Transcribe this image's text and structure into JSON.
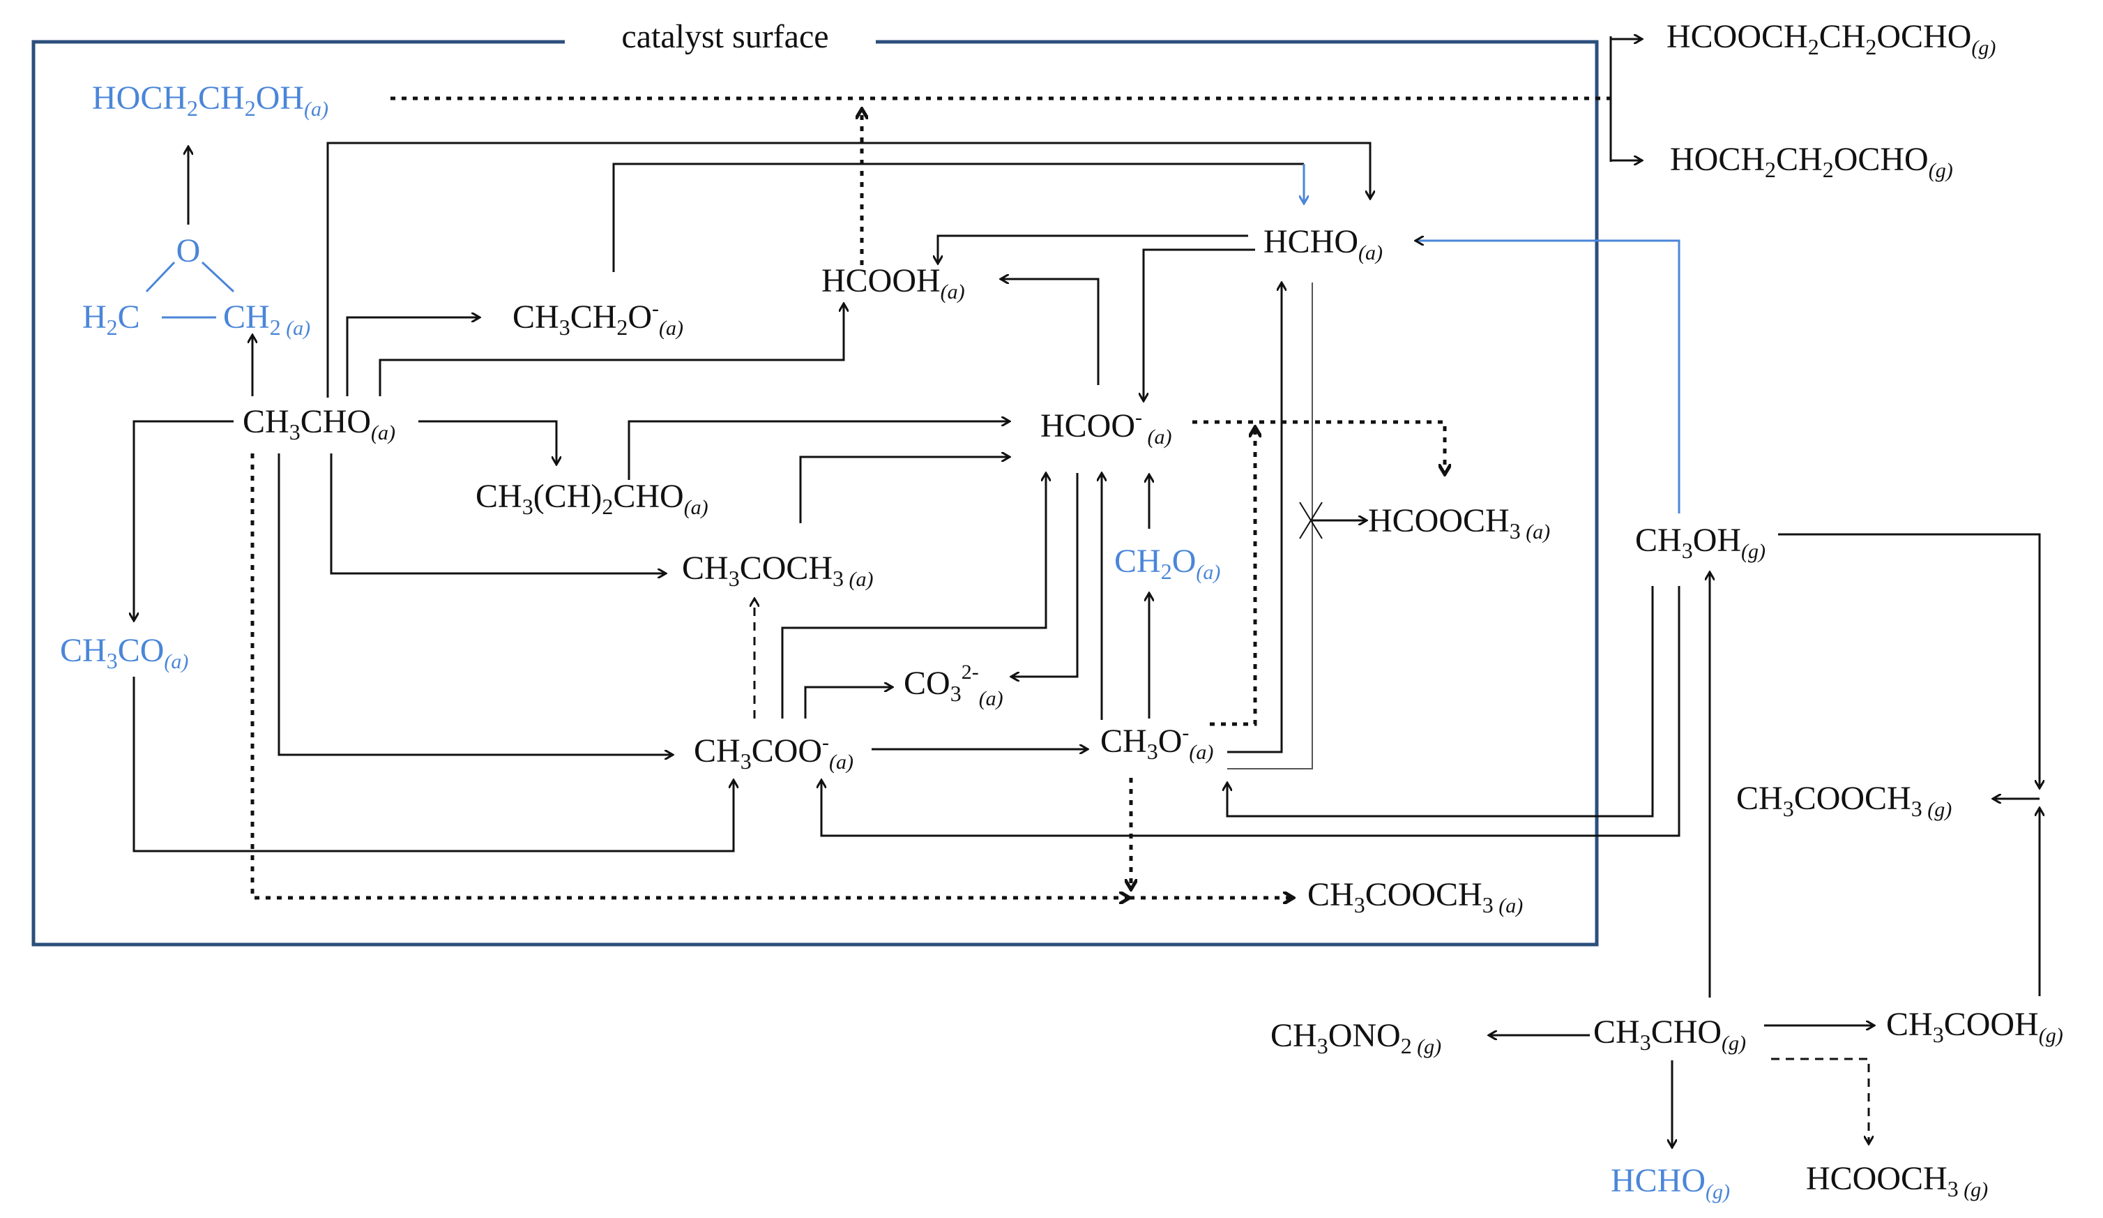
{
  "surface_label": "catalyst surface",
  "colors": {
    "black": "#111111",
    "blue": "#4a86d8",
    "box": "#2c4f7c"
  },
  "species": {
    "ethylene_glycol": {
      "base": "HOCH",
      "s1": "2",
      "mid": "CH",
      "s2": "2",
      "tail": "OH",
      "phase": "(a)"
    },
    "epoxide_o": "O",
    "epoxide_h2c": {
      "base": "H",
      "s1": "2",
      "tail": "C"
    },
    "epoxide_ch2": {
      "base": "CH",
      "s1": "2",
      "phase": " (a)"
    },
    "ethoxy": {
      "base": "CH",
      "s1": "3",
      "mid": "CH",
      "s2": "2",
      "tail": "O",
      "sup": "-",
      "phase": "(a)"
    },
    "hcooh": {
      "base": "HCOOH",
      "phase": "(a)"
    },
    "hcho_a": {
      "base": "HCHO",
      "phase": "(a)"
    },
    "ch3cho_a": {
      "base": "CH",
      "s1": "3",
      "tail": "CHO",
      "phase": "(a)"
    },
    "crotonaldehyde": {
      "base": "CH",
      "s1": "3",
      "mid": "(CH)",
      "s2": "2",
      "tail": "CHO",
      "phase": "(a)"
    },
    "formate": {
      "base": "HCOO",
      "sup": "-",
      "phase": " (a)"
    },
    "acetone": {
      "base": "CH",
      "s1": "3",
      "mid": "COCH",
      "s2": "3",
      "phase": " (a)"
    },
    "acetyl": {
      "base": "CH",
      "s1": "3",
      "tail": "CO",
      "phase": "(a)"
    },
    "formaldehyde_ads": {
      "base": "CH",
      "s1": "2",
      "tail": "O",
      "phase": "(a)"
    },
    "methyl_formate_a": {
      "base": "HCOOCH",
      "s1": "3",
      "phase": " (a)"
    },
    "carbonate": {
      "base": "CO",
      "s1": "3",
      "sup": "2-",
      "phase": "(a)"
    },
    "acetate": {
      "base": "CH",
      "s1": "3",
      "tail": "COO",
      "sup": "-",
      "phase": "(a)"
    },
    "methoxy": {
      "base": "CH",
      "s1": "3",
      "tail": "O",
      "sup": "-",
      "phase": "(a)"
    },
    "methyl_acetate_a": {
      "base": "CH",
      "s1": "3",
      "mid": "COOCH",
      "s2": "3",
      "phase": " (a)"
    },
    "eg_diformate": {
      "base": "HCOOCH",
      "s1": "2",
      "mid": "CH",
      "s2": "2",
      "tail": "OCHO",
      "phase": "(g)"
    },
    "eg_monoformate": {
      "base": "HOCH",
      "s1": "2",
      "mid": "CH",
      "s2": "2",
      "tail": "OCHO",
      "phase": "(g)"
    },
    "methanol_g": {
      "base": "CH",
      "s1": "3",
      "tail": "OH",
      "phase": "(g)"
    },
    "methyl_acetate_g": {
      "base": "CH",
      "s1": "3",
      "mid": "COOCH",
      "s2": "3",
      "phase": " (g)"
    },
    "methyl_nitrate": {
      "base": "CH",
      "s1": "3",
      "mid": "ONO",
      "s2": "2",
      "phase": " (g)"
    },
    "acetaldehyde_g": {
      "base": "CH",
      "s1": "3",
      "tail": "CHO",
      "phase": "(g)"
    },
    "acetic_acid": {
      "base": "CH",
      "s1": "3",
      "tail": "COOH",
      "phase": "(g)"
    },
    "hcho_g": {
      "base": "HCHO",
      "phase": "(g)"
    },
    "methyl_formate_g": {
      "base": "HCOOCH",
      "s1": "3",
      "phase": " (g)"
    }
  }
}
